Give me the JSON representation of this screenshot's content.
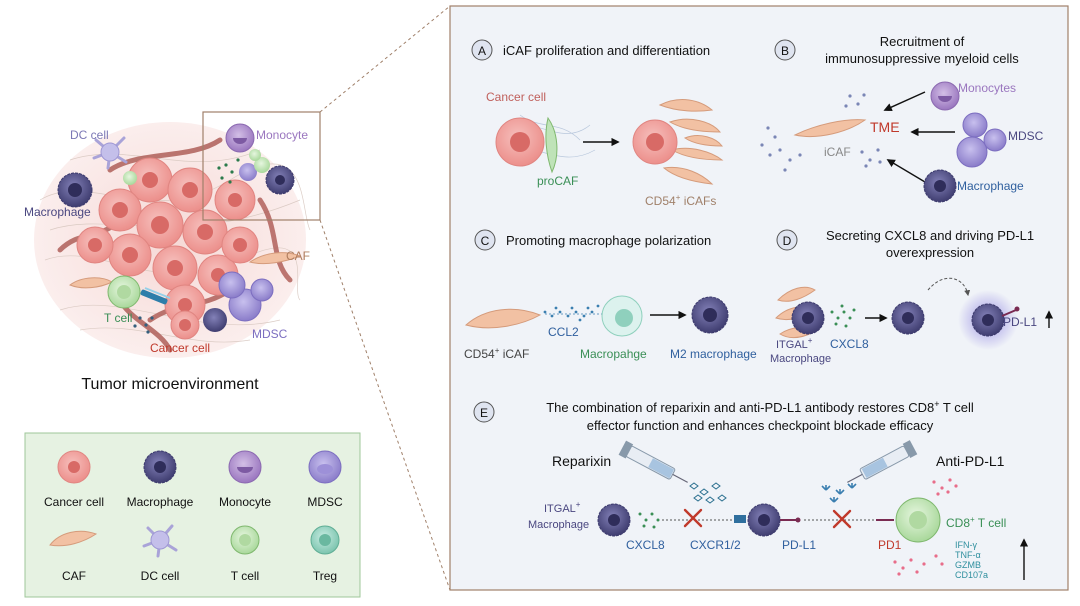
{
  "title": "Tumor microenvironment",
  "overview": {
    "dc": "DC cell",
    "monocyte": "Monocyte",
    "macrophage": "Macrophage",
    "caf": "CAF",
    "tcell": "T cell",
    "mdsc": "MDSC",
    "cancer": "Cancer cell"
  },
  "legend": [
    {
      "label": "Cancer cell",
      "icon": "cancer-cell-icon"
    },
    {
      "label": "Macrophage",
      "icon": "macrophage-icon"
    },
    {
      "label": "Monocyte",
      "icon": "monocyte-icon"
    },
    {
      "label": "MDSC",
      "icon": "mdsc-icon"
    },
    {
      "label": "CAF",
      "icon": "caf-icon"
    },
    {
      "label": "DC cell",
      "icon": "dc-cell-icon"
    },
    {
      "label": "T cell",
      "icon": "t-cell-icon"
    },
    {
      "label": "Treg",
      "icon": "treg-icon"
    }
  ],
  "panels": {
    "A": {
      "letter": "A",
      "title": "iCAF proliferation and differentiation",
      "cancer": "Cancer cell",
      "procaf": "proCAF",
      "icafs_pre": "CD54",
      "icafs_sup": "+",
      "icafs_post": " iCAFs"
    },
    "B": {
      "letter": "B",
      "title1": "Recruitment of",
      "title2": "immunosuppressive myeloid cells",
      "tme": "TME",
      "icaf": "iCAF",
      "monocytes": "Monocytes",
      "mdsc": "MDSC",
      "macrophage": "Macrophage"
    },
    "C": {
      "letter": "C",
      "title": "Promoting macrophage polarization",
      "icaf_pre": "CD54",
      "icaf_sup": "+",
      "icaf_post": " iCAF",
      "ccl2": "CCL2",
      "macrophage": "Macropahge",
      "m2": "M2 macrophage"
    },
    "D": {
      "letter": "D",
      "title1": "Secreting CXCL8 and driving PD-L1",
      "title2": "overexpression",
      "itgal": "ITGAL",
      "itgal_sup": "+",
      "itgal_line2": "Macrophage",
      "cxcl8": "CXCL8",
      "pdl1": "PD-L1"
    },
    "E": {
      "letter": "E",
      "title1_pre": "The combination of reparixin and anti-PD-L1 antibody restores CD8",
      "title1_sup": "+",
      "title1_post": " T cell",
      "title2": "effector function and enhances checkpoint blockade efficacy",
      "reparixin": "Reparixin",
      "antipdl1": "Anti-PD-L1",
      "itgal": "ITGAL",
      "itgal_sup": "+",
      "itgal_line2": "Macrophage",
      "cxcl8": "CXCL8",
      "cxcr": "CXCR1/2",
      "pdl1": "PD-L1",
      "pd1": "PD1",
      "cd8_pre": "CD8",
      "cd8_sup": "+",
      "cd8_post": " T cell",
      "cytokines": [
        "IFN-γ",
        "TNF-α",
        "GZMB",
        "CD107a"
      ]
    }
  },
  "colors": {
    "panel_border": "#a0806a",
    "panel_bg": "#f0f3f8",
    "legend_bg": "#e6f2e2",
    "legend_border": "#9fc79a",
    "cancer": "#f2a3a0",
    "macrophage": "#5c5a8f",
    "monocyte": "#a98ac9",
    "mdsc": "#9b8fd2",
    "caf": "#f2c1a3",
    "tcell": "#c4e6b9",
    "treg": "#8fd0bd",
    "green_label": "#3a8f56",
    "red_label": "#c0392b",
    "blue_label": "#2f5f9e"
  }
}
